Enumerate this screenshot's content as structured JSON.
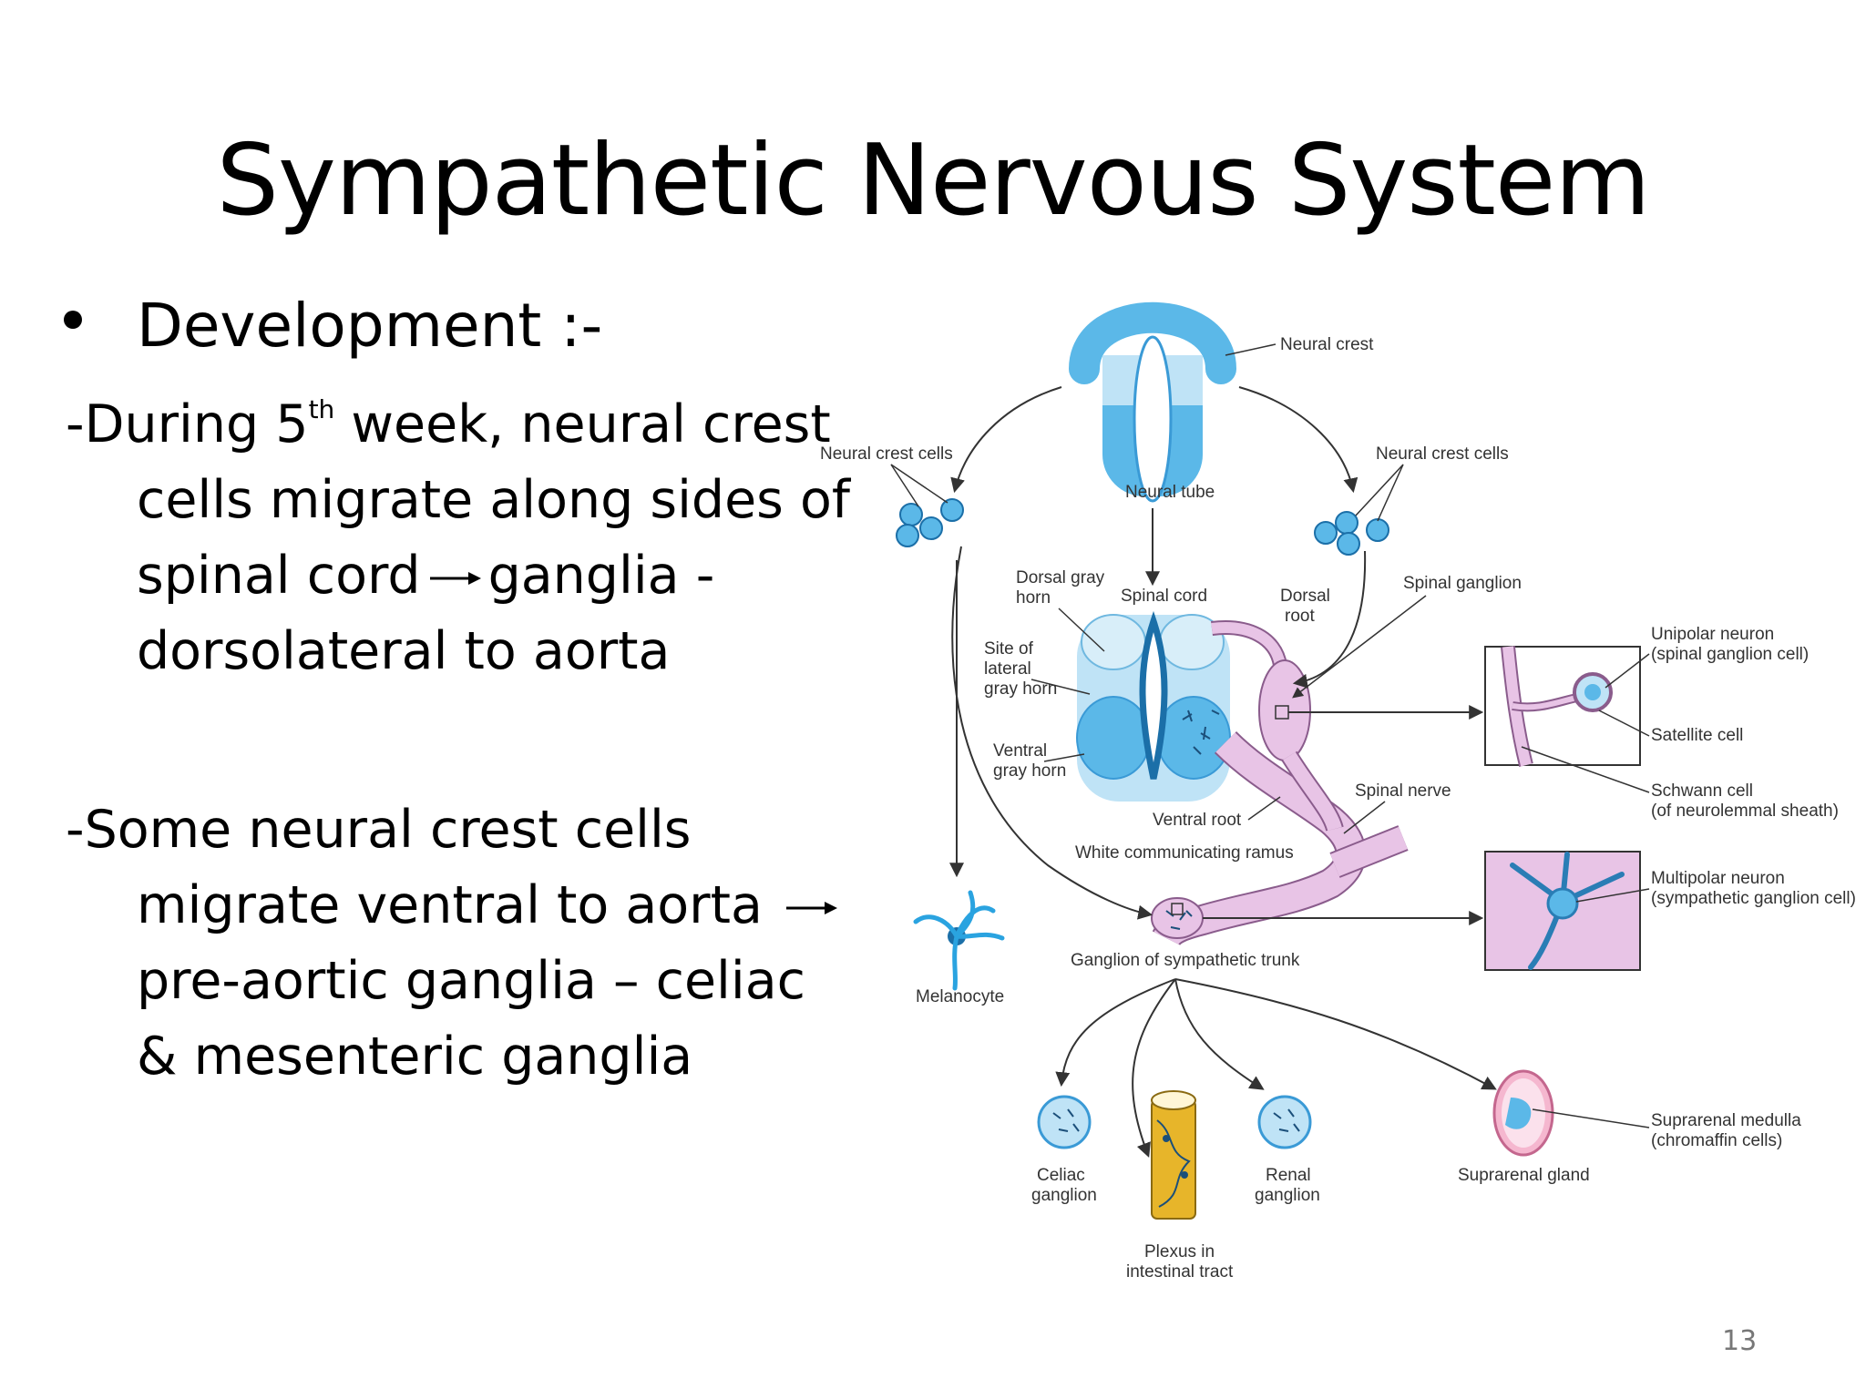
{
  "slide": {
    "title": "Sympathetic Nervous System",
    "bullet": "Development :-",
    "para1": {
      "l1a": "-During 5",
      "l1sup": "th",
      "l1b": " week, neural crest",
      "l2": "cells migrate along sides of",
      "l3a": "spinal cord",
      "l3b": "ganglia -",
      "l4": "dorsolateral to aorta"
    },
    "para2": {
      "l1": "-Some neural crest cells",
      "l2": "migrate ventral to aorta",
      "l3": "pre-aortic ganglia – celiac",
      "l4": "& mesenteric ganglia"
    },
    "page_number": "13"
  },
  "diagram": {
    "labels": {
      "neural_crest": "Neural crest",
      "neural_crest_cells_left": "Neural crest cells",
      "neural_crest_cells_right": "Neural crest cells",
      "neural_tube": "Neural tube",
      "dorsal_gray_horn_1": "Dorsal gray",
      "dorsal_gray_horn_2": "horn",
      "spinal_cord": "Spinal cord",
      "dorsal_root_1": "Dorsal",
      "dorsal_root_2": "root",
      "spinal_ganglion": "Spinal ganglion",
      "site_lateral_1": "Site of",
      "site_lateral_2": "lateral",
      "site_lateral_3": "gray horn",
      "ventral_gray_horn_1": "Ventral",
      "ventral_gray_horn_2": "gray horn",
      "spinal_nerve": "Spinal nerve",
      "ventral_root": "Ventral root",
      "white_ramus": "White communicating ramus",
      "ganglion_trunk": "Ganglion of sympathetic trunk",
      "melanocyte": "Melanocyte",
      "unipolar_1": "Unipolar neuron",
      "unipolar_2": "(spinal ganglion cell)",
      "satellite": "Satellite cell",
      "schwann_1": "Schwann cell",
      "schwann_2": "(of neurolemmal sheath)",
      "multipolar_1": "Multipolar neuron",
      "multipolar_2": "(sympathetic ganglion cell)",
      "celiac_1": "Celiac",
      "celiac_2": "ganglion",
      "plexus_1": "Plexus in",
      "plexus_2": "intestinal tract",
      "renal_1": "Renal",
      "renal_2": "ganglion",
      "suprarenal_gland": "Suprarenal gland",
      "suprarenal_medulla_1": "Suprarenal medulla",
      "suprarenal_medulla_2": "(chromaffin cells)"
    },
    "colors": {
      "blue": "#5bb8e8",
      "light_blue": "#bfe3f6",
      "dark_blue": "#1b6fa8",
      "pink": "#e8c4e6",
      "pink_stroke": "#8a5c8c",
      "gold": "#e7b52a",
      "line": "#333333"
    }
  }
}
